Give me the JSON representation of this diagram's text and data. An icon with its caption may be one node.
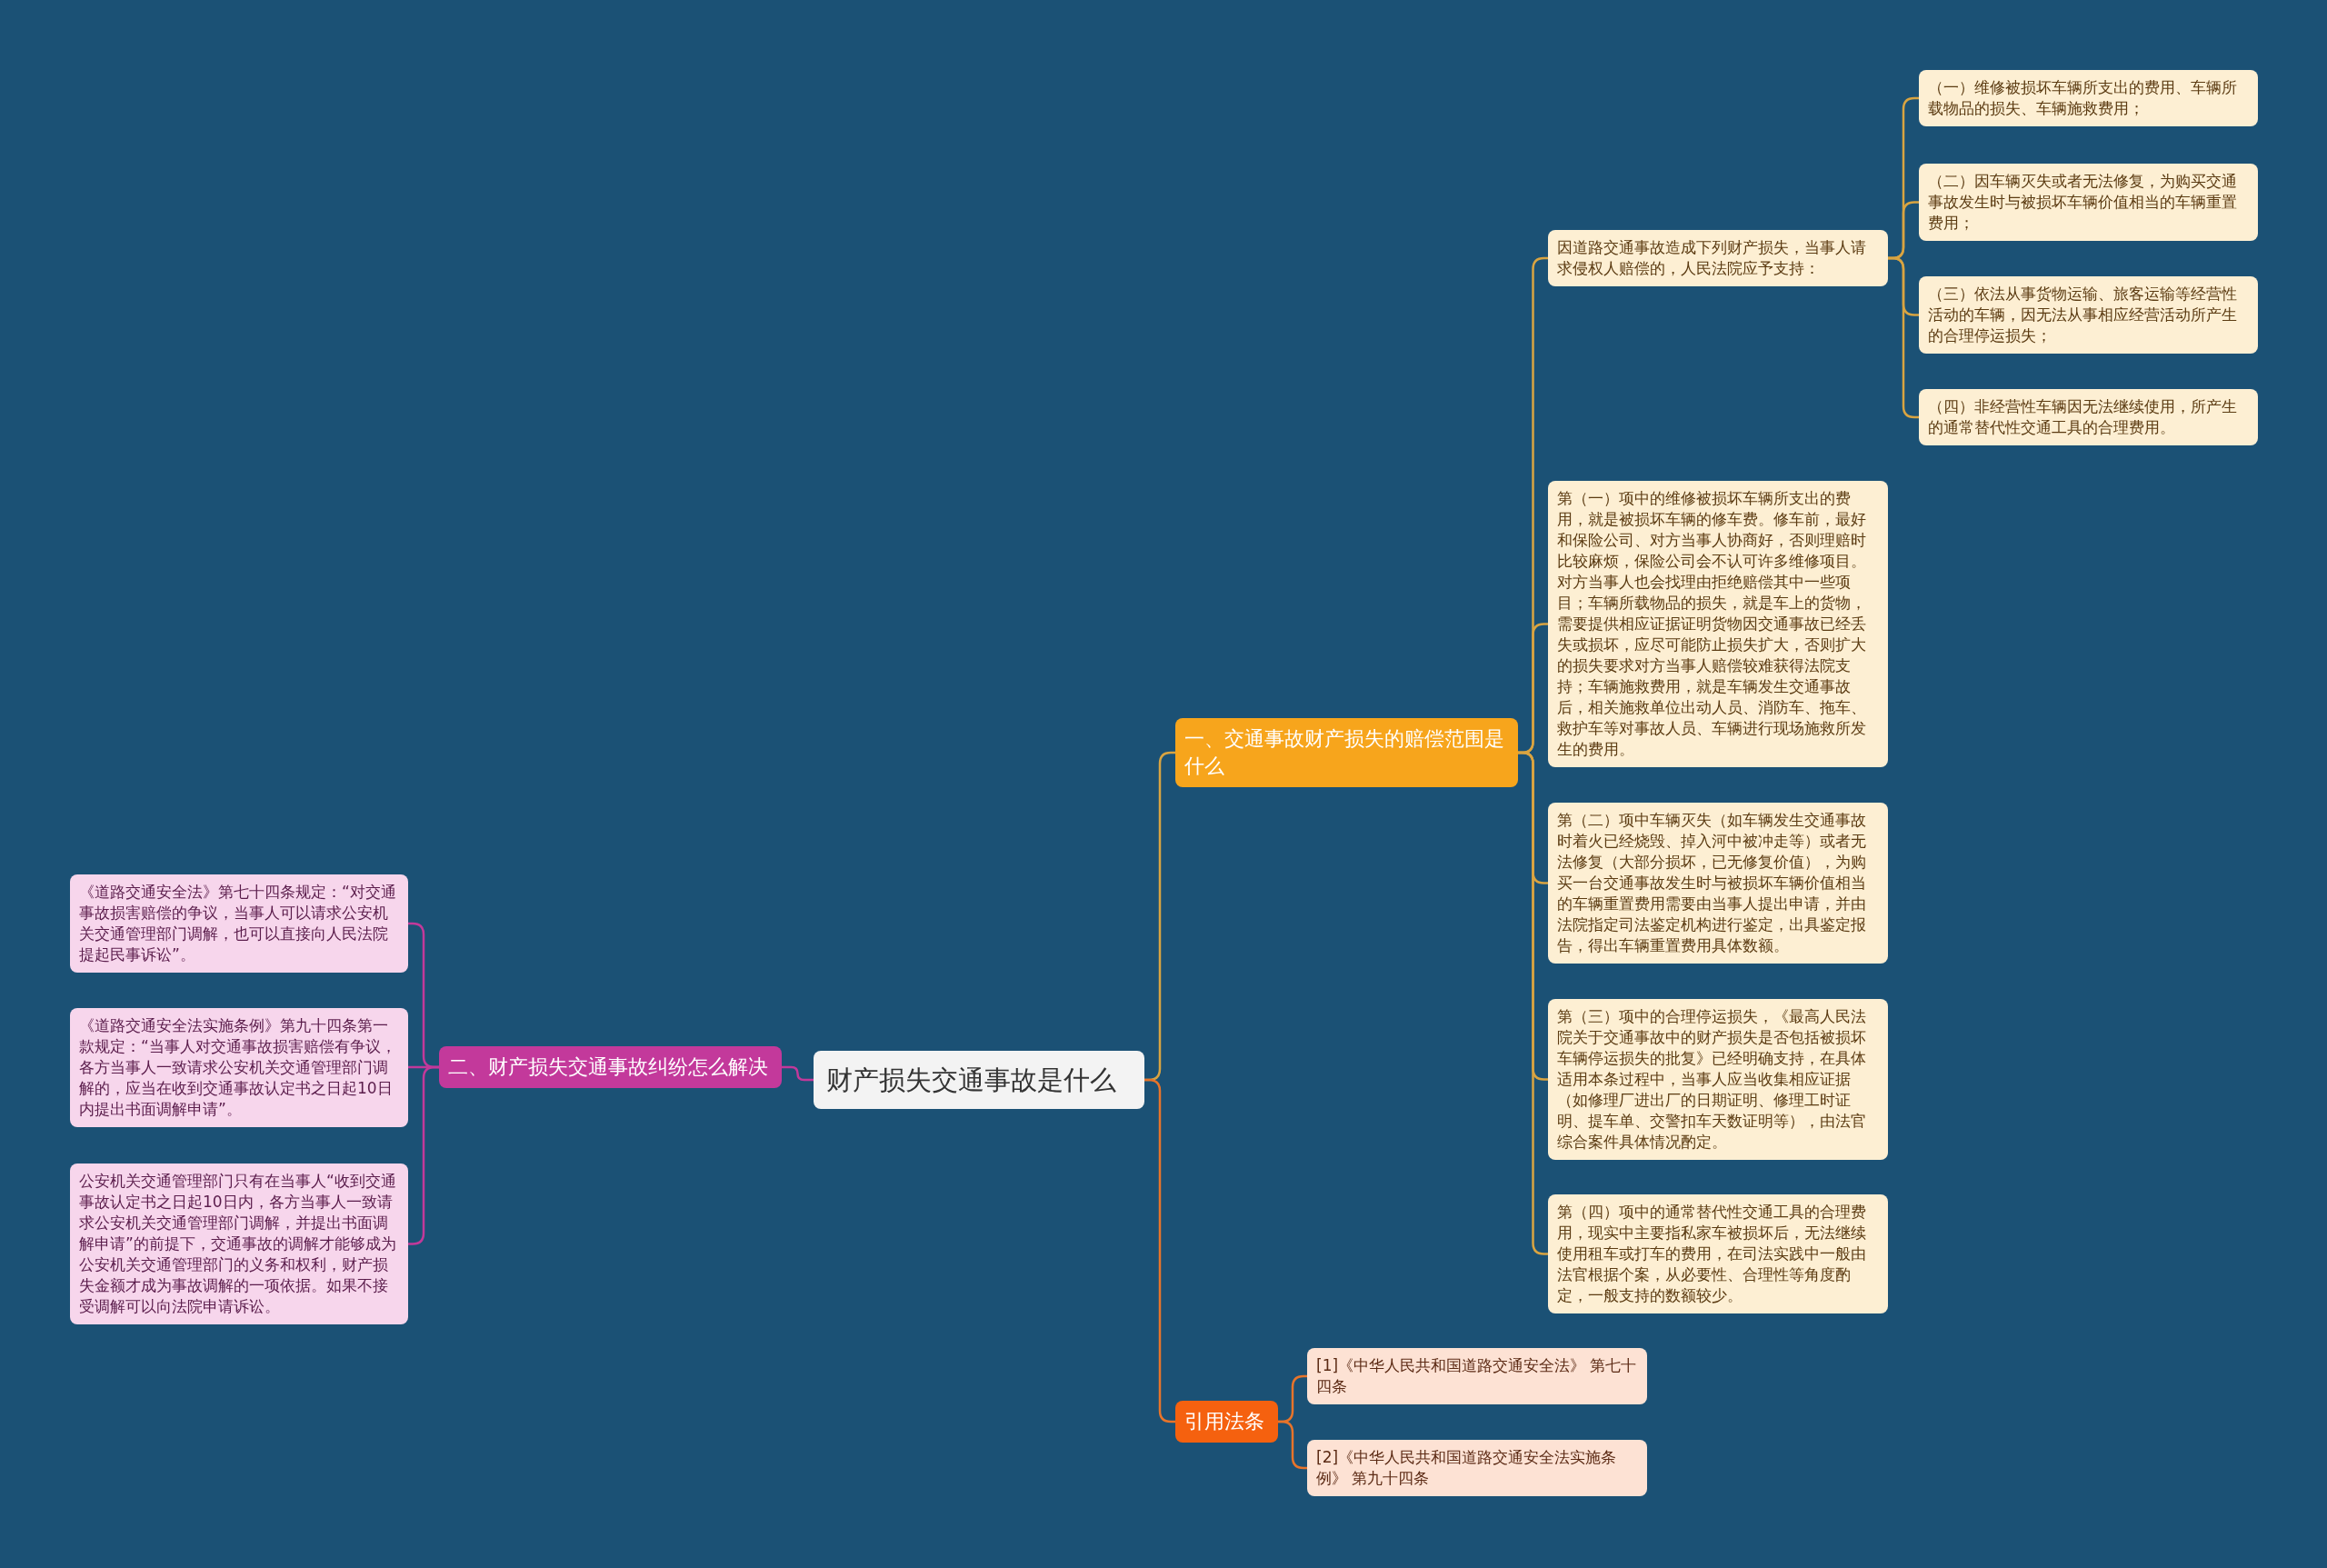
{
  "diagram": {
    "nodes": [
      {
        "text": [
          "财产损失交通事故是什么"
        ]
      },
      {
        "text": [
          "一、交通事故财产损失的赔偿范围是什么"
        ]
      },
      {
        "text": [
          "因道路交通事故造成下列财产损失，当事人请求侵权人赔偿的，人民法院应予支持："
        ]
      },
      {
        "text": [
          "（一）维修被损坏车辆所支出的费用、车辆所载物品的损失、车辆施救费用；"
        ]
      },
      {
        "text": [
          "（二）因车辆灭失或者无法修复，为购买交通事故发生时与被损坏车辆价值相当的车辆重置费用；"
        ]
      },
      {
        "text": [
          "（三）依法从事货物运输、旅客运输等经营性活动的车辆，因无法从事相应经营活动所产生的合理停运损失；"
        ]
      },
      {
        "text": [
          "（四）非经营性车辆因无法继续使用，所产生的通常替代性交通工具的合理费用。"
        ]
      },
      {
        "text": [
          "第（一）项中的维修被损坏车辆所支出的费用，就是被损坏车辆的修车费。修车前，最好和保险公司、对方当事人协商好，否则理赔时比较麻烦，保险公司会不认可许多维修项目。对方当事人也会找理由拒绝赔偿其中一些项目；车辆所载物品的损失，就是车上的货物，需要提供相应证据证明货物因交通事故已经丢失或损坏，应尽可能防止损失扩大，否则扩大的损失要求对方当事人赔偿较难获得法院支持；车辆施救费用，就是车辆发生交通事故后，相关施救单位出动人员、消防车、拖车、救护车等对事故人员、车辆进行现场施救所发生的费用。"
        ]
      },
      {
        "text": [
          "第（二）项中车辆灭失（如车辆发生交通事故时着火已经烧毁、掉入河中被冲走等）或者无法修复（大部分损坏，已无修复价值），为购买一台交通事故发生时与被损坏车辆价值相当的车辆重置费用需要由当事人提出申请，并由法院指定司法鉴定机构进行鉴定，出具鉴定报告，得出车辆重置费用具体数额。"
        ]
      },
      {
        "text": [
          "第（三）项中的合理停运损失，《最高人民法院关于交通事故中的财产损失是否包括被损坏车辆停运损失的批复》已经明确支持，在具体适用本条过程中，当事人应当收集相应证据（如修理厂进出厂的日期证明、修理工时证明、提车单、交警扣车天数证明等），由法官综合案件具体情况酌定。"
        ]
      },
      {
        "text": [
          "第（四）项中的通常替代性交通工具的合理费用，现实中主要指私家车被损坏后，无法继续使用租车或打车的费用，在司法实践中一般由法官根据个案，从必要性、合理性等角度酌定，一般支持的数额较少。"
        ]
      },
      {
        "text": [
          "引用法条"
        ]
      },
      {
        "text": [
          "[1]《中华人民共和国道路交通安全法》 第七十四条"
        ]
      },
      {
        "text": [
          "[2]《中华人民共和国道路交通安全法实施条例》 第九十四条"
        ]
      },
      {
        "text": [
          "二、财产损失交通事故纠纷怎么解决"
        ]
      },
      {
        "text": [
          "《道路交通安全法》第七十四条规定：“对交通事故损害赔偿的争议，当事人可以请求公安机关交通管理部门调解，也可以直接向人民法院提起民事诉讼”。"
        ]
      },
      {
        "text": [
          "《道路交通安全法实施条例》第九十四条第一款规定：“当事人对交通事故损害赔偿有争议，各方当事人一致请求公安机关交通管理部门调解的，应当在收到交通事故认定书之日起10日内提出书面调解申请”。"
        ]
      },
      {
        "text": [
          "公安机关交通管理部门只有在当事人“收到交通事故认定书之日起10日内，各方当事人一致请求公安机关交通管理部门调解，并提出书面调解申请”的前提下，交通事故的调解才能够成为公安机关交通管理部门的义务和权利，财产损失金额才成为事故调解的一项依据。如果不接受调解可以向法院申请诉讼。"
        ]
      }
    ],
    "edges": [
      {
        "from": 0,
        "to": 1,
        "arrow": "none"
      },
      {
        "from": 1,
        "to": 2,
        "arrow": "none"
      },
      {
        "from": 2,
        "to": 3,
        "arrow": "none"
      },
      {
        "from": 2,
        "to": 4,
        "arrow": "none"
      },
      {
        "from": 2,
        "to": 5,
        "arrow": "none"
      },
      {
        "from": 2,
        "to": 6,
        "arrow": "none"
      },
      {
        "from": 1,
        "to": 7,
        "arrow": "none"
      },
      {
        "from": 1,
        "to": 8,
        "arrow": "none"
      },
      {
        "from": 1,
        "to": 9,
        "arrow": "none"
      },
      {
        "from": 1,
        "to": 10,
        "arrow": "none"
      },
      {
        "from": 0,
        "to": 11,
        "arrow": "none",
        "color": "#e8742a"
      },
      {
        "from": 11,
        "to": 12,
        "arrow": "none",
        "color": "#e8742a"
      },
      {
        "from": 11,
        "to": 13,
        "arrow": "none",
        "color": "#e8742a"
      },
      {
        "from": 0,
        "to": 14,
        "arrow": "none",
        "color": "#c2399a"
      },
      {
        "from": 14,
        "to": 15,
        "arrow": "none",
        "color": "#c2399a"
      },
      {
        "from": 14,
        "to": 16,
        "arrow": "none",
        "color": "#c2399a"
      },
      {
        "from": 14,
        "to": 17,
        "arrow": "none",
        "color": "#c2399a"
      }
    ]
  }
}
